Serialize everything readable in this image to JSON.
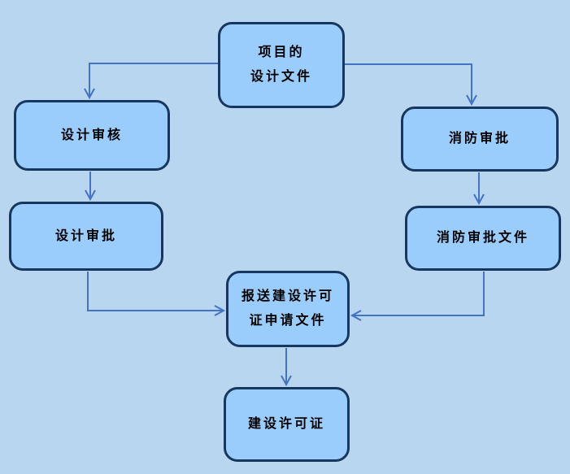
{
  "diagram": {
    "type": "flowchart",
    "nodes": {
      "project_design_docs": {
        "label": "项目的\n设计文件"
      },
      "design_review": {
        "label": "设计审核"
      },
      "design_approval": {
        "label": "设计审批"
      },
      "fire_approval": {
        "label": "消防审批"
      },
      "fire_approval_docs": {
        "label": "消防审批文件"
      },
      "submit_permit_application": {
        "label": "报送建设许可\n证申请文件"
      },
      "construction_permit": {
        "label": "建设许可证"
      }
    },
    "edges": [
      {
        "from": "project_design_docs",
        "to": "design_review"
      },
      {
        "from": "project_design_docs",
        "to": "fire_approval"
      },
      {
        "from": "design_review",
        "to": "design_approval"
      },
      {
        "from": "fire_approval",
        "to": "fire_approval_docs"
      },
      {
        "from": "design_approval",
        "to": "submit_permit_application"
      },
      {
        "from": "fire_approval_docs",
        "to": "submit_permit_application"
      },
      {
        "from": "submit_permit_application",
        "to": "construction_permit"
      }
    ],
    "colors": {
      "background": "#b8d6ef",
      "node_fill": "#9accfc",
      "node_border": "#17375e",
      "connector": "#4472c4",
      "text": "#000000"
    }
  }
}
